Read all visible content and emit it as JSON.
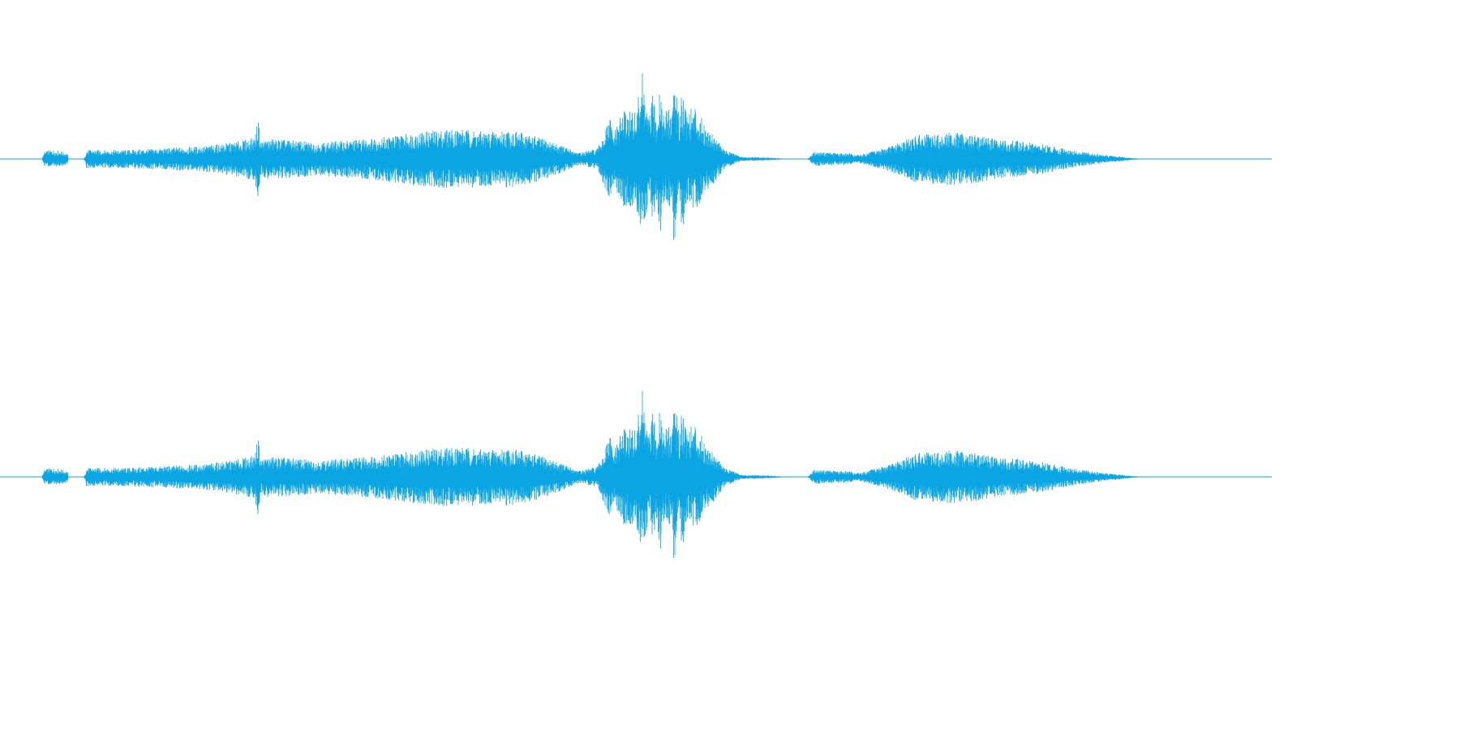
{
  "chart_data": {
    "type": "area",
    "subtype": "audio-waveform",
    "channels": 2,
    "color": "#0aa5e2",
    "grid": false,
    "legend": "none",
    "title": "",
    "xlabel": "",
    "ylabel": "",
    "xlim": [
      0,
      1
    ],
    "ylim": [
      -1,
      1
    ],
    "series": [
      {
        "x": [
          0.0,
          0.033,
          0.035,
          0.04,
          0.047,
          0.053,
          0.054,
          0.066,
          0.068,
          0.1,
          0.13,
          0.16,
          0.18,
          0.19,
          0.2,
          0.203,
          0.205,
          0.21,
          0.22,
          0.25,
          0.3,
          0.33,
          0.36,
          0.38,
          0.4,
          0.42,
          0.44,
          0.455,
          0.46,
          0.47,
          0.48,
          0.482,
          0.49,
          0.5,
          0.505,
          0.51,
          0.513,
          0.516,
          0.519,
          0.522,
          0.525,
          0.528,
          0.53,
          0.534,
          0.536,
          0.54,
          0.547,
          0.555,
          0.56,
          0.57,
          0.58,
          0.585,
          0.59,
          0.6,
          0.62,
          0.635,
          0.64,
          0.67,
          0.672,
          0.68,
          0.7,
          0.72,
          0.74,
          0.75,
          0.76,
          0.77,
          0.78,
          0.79,
          0.8,
          0.81,
          0.82,
          0.83,
          0.84,
          0.85,
          0.86,
          0.87,
          0.88,
          0.89,
          0.895,
          0.9,
          1.0
        ],
        "values": [
          0.0,
          0.0,
          0.08,
          0.1,
          0.09,
          0.06,
          0.0,
          0.0,
          0.1,
          0.1,
          0.12,
          0.14,
          0.18,
          0.2,
          0.24,
          0.44,
          0.2,
          0.22,
          0.22,
          0.18,
          0.24,
          0.3,
          0.34,
          0.3,
          0.32,
          0.26,
          0.16,
          0.07,
          0.08,
          0.12,
          0.46,
          0.26,
          0.54,
          0.52,
          0.96,
          0.44,
          0.7,
          0.5,
          0.9,
          0.45,
          0.58,
          0.5,
          1.0,
          0.45,
          0.82,
          0.54,
          0.58,
          0.36,
          0.3,
          0.1,
          0.04,
          0.02,
          0.02,
          0.02,
          0.0,
          0.0,
          0.08,
          0.06,
          0.04,
          0.06,
          0.14,
          0.26,
          0.28,
          0.3,
          0.28,
          0.26,
          0.24,
          0.2,
          0.2,
          0.18,
          0.16,
          0.14,
          0.1,
          0.08,
          0.06,
          0.04,
          0.03,
          0.01,
          0.005,
          0.0,
          0.0
        ]
      },
      {
        "x": [
          0.0,
          0.033,
          0.035,
          0.04,
          0.047,
          0.053,
          0.054,
          0.066,
          0.068,
          0.1,
          0.13,
          0.16,
          0.18,
          0.19,
          0.2,
          0.203,
          0.205,
          0.21,
          0.22,
          0.25,
          0.3,
          0.33,
          0.36,
          0.38,
          0.4,
          0.42,
          0.44,
          0.455,
          0.46,
          0.47,
          0.48,
          0.482,
          0.49,
          0.5,
          0.505,
          0.51,
          0.513,
          0.516,
          0.519,
          0.522,
          0.525,
          0.528,
          0.53,
          0.534,
          0.536,
          0.54,
          0.547,
          0.555,
          0.56,
          0.57,
          0.58,
          0.585,
          0.59,
          0.6,
          0.62,
          0.635,
          0.64,
          0.67,
          0.672,
          0.68,
          0.7,
          0.72,
          0.74,
          0.75,
          0.76,
          0.77,
          0.78,
          0.79,
          0.8,
          0.81,
          0.82,
          0.83,
          0.84,
          0.85,
          0.86,
          0.87,
          0.88,
          0.89,
          0.895,
          0.9,
          1.0
        ],
        "values": [
          0.0,
          0.0,
          0.08,
          0.1,
          0.09,
          0.06,
          0.0,
          0.0,
          0.1,
          0.1,
          0.12,
          0.14,
          0.18,
          0.2,
          0.24,
          0.44,
          0.2,
          0.22,
          0.22,
          0.18,
          0.24,
          0.3,
          0.34,
          0.3,
          0.32,
          0.26,
          0.16,
          0.07,
          0.08,
          0.12,
          0.46,
          0.26,
          0.54,
          0.52,
          0.96,
          0.44,
          0.7,
          0.5,
          0.9,
          0.45,
          0.58,
          0.5,
          1.0,
          0.45,
          0.82,
          0.54,
          0.58,
          0.36,
          0.3,
          0.1,
          0.04,
          0.02,
          0.02,
          0.02,
          0.0,
          0.0,
          0.08,
          0.06,
          0.04,
          0.06,
          0.14,
          0.26,
          0.28,
          0.3,
          0.28,
          0.26,
          0.24,
          0.2,
          0.2,
          0.18,
          0.16,
          0.14,
          0.1,
          0.08,
          0.06,
          0.04,
          0.03,
          0.01,
          0.005,
          0.0,
          0.0
        ]
      }
    ]
  }
}
